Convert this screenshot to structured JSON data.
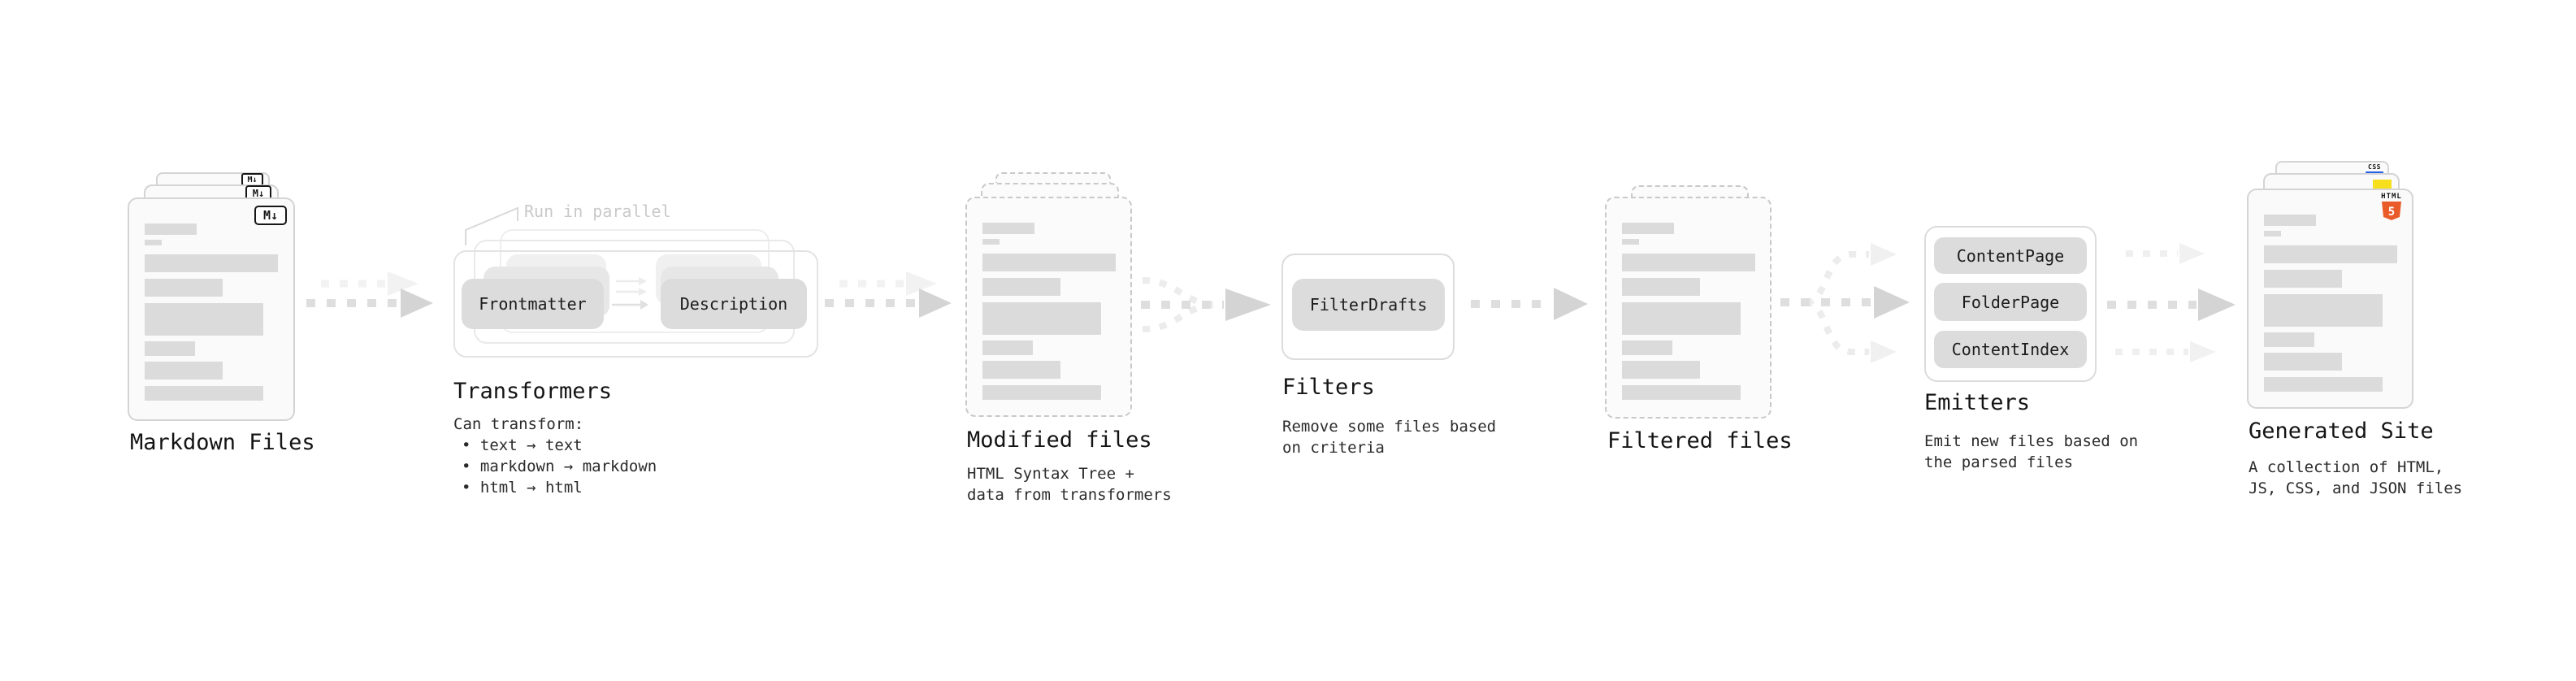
{
  "stages": {
    "markdown_files": {
      "title": "Markdown Files",
      "badge": "M↓"
    },
    "transformers": {
      "annotation": "Run in parallel",
      "pills": [
        "Frontmatter",
        "Description"
      ],
      "title": "Transformers",
      "desc_heading": "Can transform:",
      "bullets": [
        "text → text",
        "markdown → markdown",
        "html → html"
      ]
    },
    "modified_files": {
      "title": "Modified files",
      "desc_line1": "HTML Syntax Tree +",
      "desc_line2": "data from transformers"
    },
    "filters": {
      "pill": "FilterDrafts",
      "title": "Filters",
      "desc_line1": "Remove some files based",
      "desc_line2": "on criteria"
    },
    "filtered_files": {
      "title": "Filtered files"
    },
    "emitters": {
      "pills": [
        "ContentPage",
        "FolderPage",
        "ContentIndex"
      ],
      "title": "Emitters",
      "desc_line1": "Emit new files based on",
      "desc_line2": "the parsed files"
    },
    "generated_site": {
      "title": "Generated Site",
      "desc_line1": "A collection of HTML,",
      "desc_line2": "JS, CSS, and JSON files",
      "css_badge": "CSS",
      "html_badge_label": "HTML",
      "html_badge_number": "5"
    }
  },
  "colors": {
    "html5_orange": "#ea5b2a",
    "js_yellow": "#f7df1e",
    "css_blue": "#2760e6",
    "arrow_gray": "#dedede",
    "arrow_head": "#d4d4d4",
    "arrow_faint": "#efefef"
  }
}
